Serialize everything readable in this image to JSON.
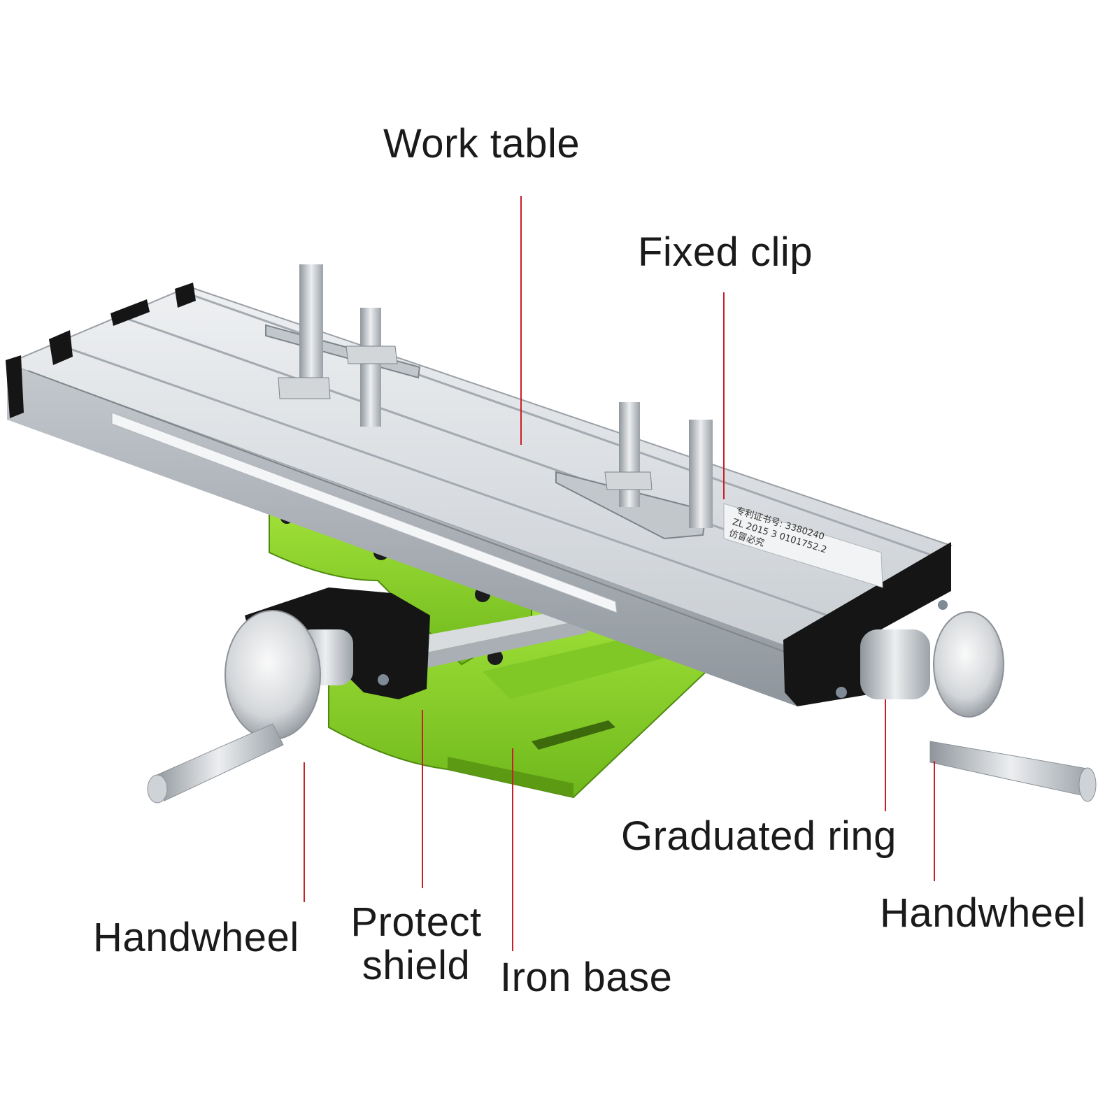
{
  "labels": {
    "work_table": "Work table",
    "fixed_clip": "Fixed clip",
    "handwheel_left": "Handwheel",
    "protect_shield_line1": "Protect",
    "protect_shield_line2": "shield",
    "iron_base": "Iron base",
    "graduated_ring": "Graduated ring",
    "handwheel_right": "Handwheel"
  },
  "plate_text": {
    "line1": "专利证书号: 3380240",
    "line2": "ZL 2015 3 0101752.2",
    "line3": "仿冒必究"
  },
  "colors": {
    "leader_line": "#c8202a",
    "base_green": "#8fd62a",
    "aluminium": "#d9dde0",
    "rubber_black": "#151515",
    "label_text": "#1a1a1a"
  }
}
